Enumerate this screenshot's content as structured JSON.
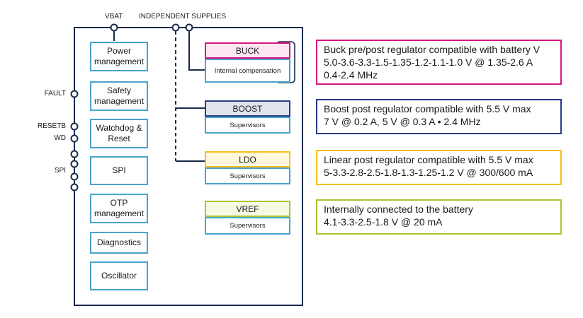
{
  "top_labels": {
    "vbat": "VBAT",
    "supplies": "INDEPENDENT SUPPLIES"
  },
  "pins": {
    "fault": "FAULT",
    "resetb": "RESETB",
    "wd": "WD",
    "spi": "SPI"
  },
  "left_blocks": [
    {
      "label": "Power management"
    },
    {
      "label": "Safety management"
    },
    {
      "label": "Watchdog & Reset"
    },
    {
      "label": "SPI"
    },
    {
      "label": "OTP management"
    },
    {
      "label": "Diagnostics"
    },
    {
      "label": "Oscillator"
    }
  ],
  "regulators": [
    {
      "name": "BUCK",
      "sub": "Internal compensation",
      "color": "#d6167f",
      "fill": "#fde6f2"
    },
    {
      "name": "BOOST",
      "sub": "Supervisors",
      "color": "#2b3a87",
      "fill": "#dfe3ec"
    },
    {
      "name": "LDO",
      "sub": "Supervisors",
      "color": "#f4c01e",
      "fill": "#fff8dc"
    },
    {
      "name": "VREF",
      "sub": "Supervisors",
      "color": "#a9c62d",
      "fill": "#f7fae3"
    }
  ],
  "descriptions": [
    {
      "color": "#d6167f",
      "line1": "Buck pre/post regulator compatible with battery V",
      "line2": "5.0-3.6-3.3-1.5-1.35-1.2-1.1-1.0 V @ 1.35-2.6 A",
      "line3": "0.4-2.4 MHz"
    },
    {
      "color": "#2b3a87",
      "line1": "Boost post regulator compatible with 5.5 V max",
      "line2": "7 V @ 0.2 A, 5 V @ 0.3 A • 2.4 MHz"
    },
    {
      "color": "#f4c01e",
      "line1": "Linear post regulator compatible with 5.5 V max",
      "line2": "5-3.3-2.8-2.5-1.8-1.3-1.25-1.2 V @ 300/600 mA"
    },
    {
      "color": "#a9c62d",
      "line1": "Internally connected to the battery",
      "line2": "4.1-3.3-2.5-1.8 V @ 20 mA"
    }
  ],
  "icons": {
    "external_component": "transistor-pair-icon"
  }
}
